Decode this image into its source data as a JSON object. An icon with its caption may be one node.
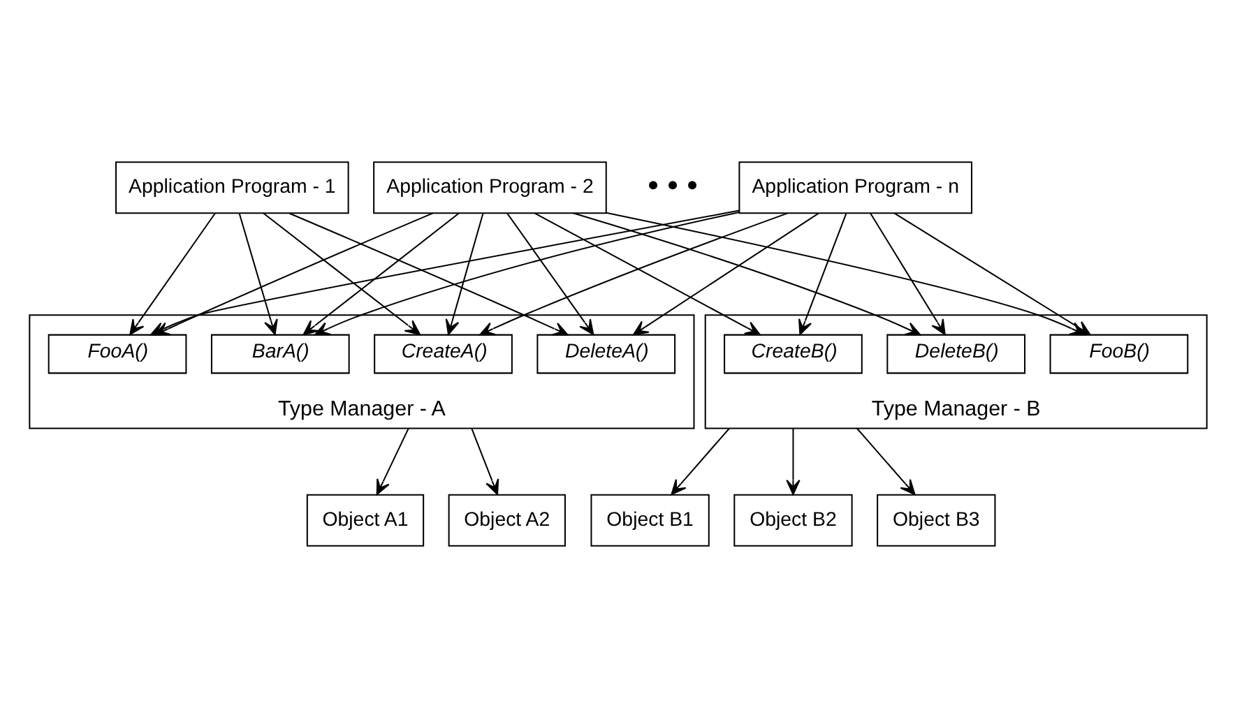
{
  "diagram": {
    "nodes": [
      {
        "text": [
          "Application Program - 1"
        ]
      },
      {
        "text": [
          "Application Program - 2"
        ]
      },
      {
        "text": [
          "Application Program - n"
        ]
      },
      {
        "text": [
          "Type Manager - A"
        ]
      },
      {
        "text": [
          "CreateA()"
        ],
        "in": 3
      },
      {
        "text": [
          "DeleteA()"
        ],
        "in": 3
      },
      {
        "text": [
          "FooA()"
        ],
        "in": 3
      },
      {
        "text": [
          "BarA()"
        ],
        "in": 3
      },
      {
        "text": [
          "Type Manager - B"
        ]
      },
      {
        "text": [
          "CreateB()"
        ],
        "in": 8
      },
      {
        "text": [
          "DeleteB()"
        ],
        "in": 8
      },
      {
        "text": [
          "FooB()"
        ],
        "in": 8
      },
      {
        "text": [
          "Object A1"
        ]
      },
      {
        "text": [
          "Object A2"
        ]
      },
      {
        "text": [
          "Object B1"
        ]
      },
      {
        "text": [
          "Object B2"
        ]
      },
      {
        "text": [
          "Object B3"
        ]
      }
    ],
    "edges": [
      {
        "from": 0,
        "to": 4,
        "arrow": "to"
      },
      {
        "from": 0,
        "to": 5,
        "arrow": "to"
      },
      {
        "from": 0,
        "to": 6,
        "arrow": "to"
      },
      {
        "from": 0,
        "to": 7,
        "arrow": "to"
      },
      {
        "from": 1,
        "to": 4,
        "arrow": "to"
      },
      {
        "from": 1,
        "to": 5,
        "arrow": "to"
      },
      {
        "from": 1,
        "to": 6,
        "arrow": "to"
      },
      {
        "from": 1,
        "to": 7,
        "arrow": "to"
      },
      {
        "from": 1,
        "to": 9,
        "arrow": "to"
      },
      {
        "from": 1,
        "to": 10,
        "arrow": "to"
      },
      {
        "from": 1,
        "to": 11,
        "arrow": "to"
      },
      {
        "from": 2,
        "to": 4,
        "arrow": "to"
      },
      {
        "from": 2,
        "to": 5,
        "arrow": "to"
      },
      {
        "from": 2,
        "to": 6,
        "arrow": "to"
      },
      {
        "from": 2,
        "to": 7,
        "arrow": "to"
      },
      {
        "from": 2,
        "to": 9,
        "arrow": "to"
      },
      {
        "from": 2,
        "to": 10,
        "arrow": "to"
      },
      {
        "from": 2,
        "to": 11,
        "arrow": "to"
      },
      {
        "from": 3,
        "to": 12,
        "arrow": "to"
      },
      {
        "from": 3,
        "to": 13,
        "arrow": "to"
      },
      {
        "from": 8,
        "to": 14,
        "arrow": "to"
      },
      {
        "from": 8,
        "to": 15,
        "arrow": "to"
      },
      {
        "from": 8,
        "to": 16,
        "arrow": "to"
      }
    ],
    "labels": [
      "• • •"
    ]
  }
}
